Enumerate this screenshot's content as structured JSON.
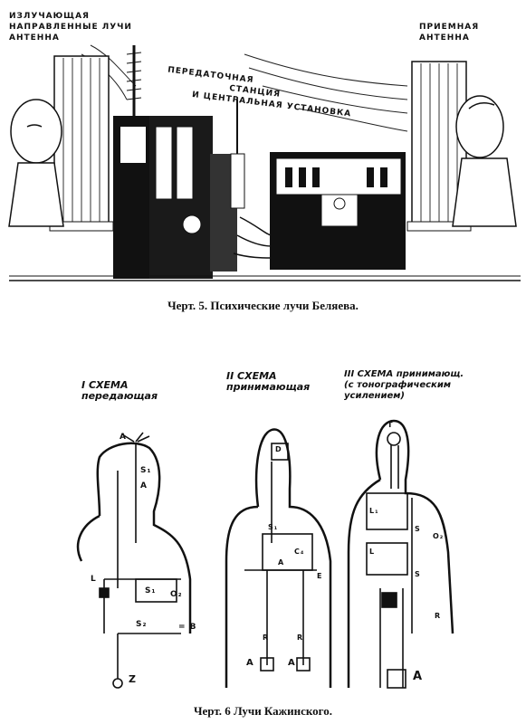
{
  "figure5": {
    "labels": {
      "emitting_antenna": [
        "ИЗЛУЧАЮЩАЯ",
        "НАПРАВЛЕННЫЕ ЛУЧИ",
        "АНТЕННА"
      ],
      "receiving_antenna": [
        "ПРИЕМНАЯ",
        "АНТЕННА"
      ],
      "transmitter": [
        "ПЕРЕДАТОЧНАЯ",
        "СТАНЦИЯ",
        "И ЦЕНТРАЛЬНАЯ УСТАНОВКА"
      ]
    },
    "caption": "Черт. 5. Психические лучи Беляева."
  },
  "figure6": {
    "schemas": [
      {
        "numeral": "I",
        "title": "СХЕМА",
        "subtitle": "передающая"
      },
      {
        "numeral": "II",
        "title": "СХЕМА",
        "subtitle": "принимающая"
      },
      {
        "numeral": "III",
        "title": "СХЕМА принимающ.",
        "subtitle": "(с тонографическим усилением)"
      }
    ],
    "letters": {
      "a1": "A",
      "s1": "S₁",
      "a2": "A",
      "l": "L",
      "s_main": "S₁",
      "o2": "O₂",
      "s2": "S₂",
      "b": "= B",
      "z": "Z",
      "d": "D",
      "s3": "S₁",
      "c4": "C₄",
      "a3": "A",
      "e": "E",
      "r1": "R",
      "r2": "R",
      "a4": "A",
      "a5": "A",
      "t": "T",
      "l1": "L₁",
      "s4": "S",
      "o3": "O₂",
      "l2": "L",
      "s5": "S",
      "r3": "R",
      "a6": "A"
    },
    "caption": "Черт. 6  Лучи Кажинского."
  }
}
